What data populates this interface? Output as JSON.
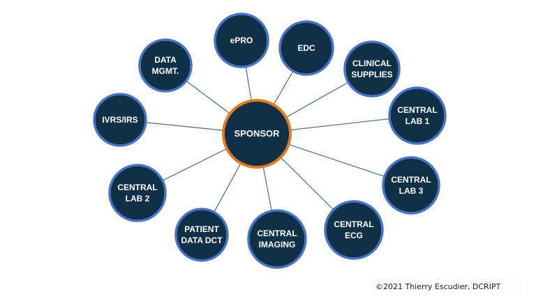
{
  "hub": {
    "id": "sponsor",
    "label": [
      "SPONSOR"
    ]
  },
  "nodes": [
    {
      "id": "epro",
      "label": [
        "ePRO"
      ]
    },
    {
      "id": "edc",
      "label": [
        "EDC"
      ]
    },
    {
      "id": "data-mgmt",
      "label": [
        "DATA",
        "MGMT."
      ]
    },
    {
      "id": "clinical-supplies",
      "label": [
        "CLINICAL",
        "SUPPLIES"
      ]
    },
    {
      "id": "central-lab-1",
      "label": [
        "CENTRAL",
        "LAB 1"
      ]
    },
    {
      "id": "ivrs-irs",
      "label": [
        "IVRS/IRS"
      ]
    },
    {
      "id": "central-lab-3",
      "label": [
        "CENTRAL",
        "LAB 3"
      ]
    },
    {
      "id": "central-lab-2",
      "label": [
        "CENTRAL",
        "LAB 2"
      ]
    },
    {
      "id": "patient-data-dct",
      "label": [
        "PATIENT",
        "DATA DCT"
      ]
    },
    {
      "id": "central-imaging",
      "label": [
        "CENTRAL",
        "IMAGING"
      ]
    },
    {
      "id": "central-ecg",
      "label": [
        "CENTRAL",
        "ECG"
      ]
    }
  ],
  "colors": {
    "fill": "#0f3047",
    "node_border": "#4a73c6",
    "hub_border": "#e07b22",
    "edge": "#4d6a85"
  },
  "footer": {
    "copyright": "©2021 Thierry Escudier, DCRIPT"
  }
}
